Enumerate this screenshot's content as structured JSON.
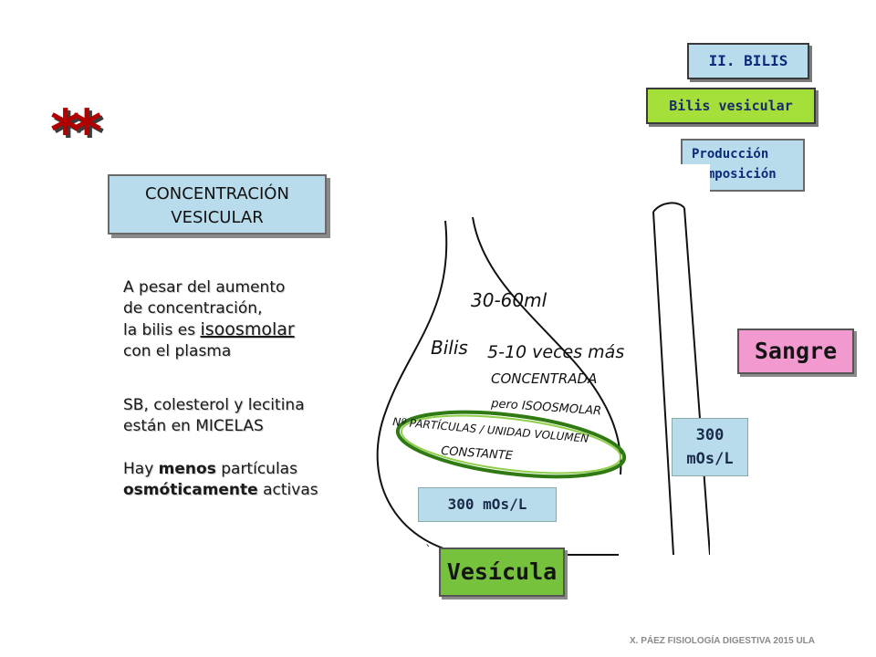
{
  "header": {
    "section_label": "II. BILIS",
    "subsection_label": "Bilis vesicular",
    "topics": [
      "Producción",
      "Composición"
    ]
  },
  "stars": "**",
  "concentration_box": {
    "line1": "CONCENTRACIÓN",
    "line2": "VESICULAR"
  },
  "paragraph1": {
    "line1": "A pesar del aumento",
    "line2": "de concentración,",
    "line3_prefix": "la bilis es ",
    "line3_emphasis": "isoosmolar",
    "line4": "con el plasma"
  },
  "paragraph2": {
    "line1": "SB, colesterol y lecitina",
    "line2": "están en MICELAS"
  },
  "paragraph3": {
    "l1_a": "Hay ",
    "l1_b": "menos",
    "l1_c": " partículas",
    "l2_a": "osmóticamente",
    "l2_b": " activas"
  },
  "handwritten": {
    "volume": "30-60ml",
    "bilis": "Bilis",
    "times": "5-10 veces más",
    "concentrated": "CONCENTRADA",
    "iso": "pero ISOOSMOLAR",
    "particles": "Nº PARTÍCULAS / UNIDAD VOLUMEN",
    "constant": "CONSTANTE"
  },
  "labels": {
    "sangre": "Sangre",
    "vesicula": "Vesícula",
    "osm_sangre_value": "300",
    "osm_sangre_unit": "mOs/L",
    "osm_vesicula": "300 mOs/L",
    "tick": "`"
  },
  "footer": "X. PÁEZ   FISIOLOGÍA DIGESTIVA 2015 ULA"
}
